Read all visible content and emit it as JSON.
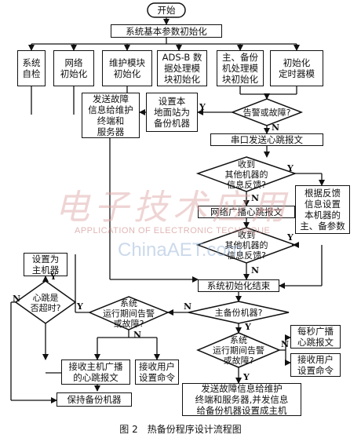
{
  "nodes": {
    "start": "开始",
    "init_basic": "系统基本参数初始化",
    "self_check": "系统\n自检",
    "net_init": "网络\n初始化",
    "maint_init": "维护模块\n初始化",
    "adsb_init": "ADS-B 数\n据处理模\n块初始化",
    "mainbak_init": "主、备份\n机处理模\n块初始化",
    "timer_init": "初始化\n定时器模",
    "send_fault_top": "发送故障\n信息给维护\n终端和\n服务器",
    "set_backup": "设置本\n地面站为\n备份机器",
    "alarm_q1": "告警或故障?",
    "serial_heartbeat": "串口发送心跳报文",
    "recv_q1": "收到\n其他机器的\n信息反馈?",
    "net_broadcast": "网络广播心跳报文",
    "recv_q2": "收到\n其他机器的\n信息反馈?",
    "set_by_feedback": "根据反馈\n信息设置\n本机器的\n主、备参数",
    "init_done": "系统初始化结束",
    "set_master": "设置为\n主机器",
    "timeout_q": "心跳是\n否超时?",
    "runtime_alarm_q1": "系统\n运行期间告警\n或故障?",
    "is_backup_q": "主备份机器?",
    "broadcast_sec": "每秒广播\n心跳报文",
    "recv_user_cmd_r": "接收用户\n设置命令",
    "runtime_alarm_q2": "系统\n运行期间告警\n或故障?",
    "recv_master_hb": "接收主机广播\n的心跳报文",
    "recv_user_cmd_l": "接收用户\n设置命令",
    "send_fault_bottom": "发送故障信息给维护\n终端和服务器,并发信息\n给备份机器设置成主机",
    "keep_backup": "保持备份机器"
  },
  "labels": {
    "yes": "Y",
    "no": "N"
  },
  "watermark": {
    "brand": "电子技术应用",
    "line": "APPLICATION OF ELECTRONIC TECHNIQUE",
    "site": "ChinaAET.com"
  },
  "caption": "图 2　热备份程序设计流程图"
}
